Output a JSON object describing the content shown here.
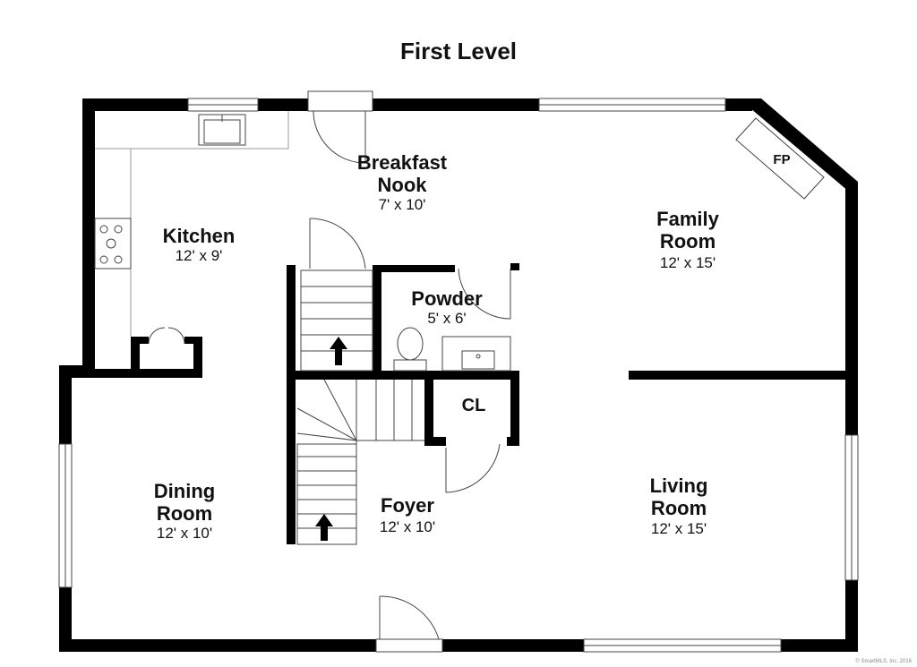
{
  "title": "First Level",
  "rooms": {
    "breakfast_nook": {
      "name_line1": "Breakfast",
      "name_line2": "Nook",
      "size": "7' x 10'"
    },
    "kitchen": {
      "name": "Kitchen",
      "size": "12' x 9'"
    },
    "family_room": {
      "name_line1": "Family",
      "name_line2": "Room",
      "size": "12' x 15'"
    },
    "powder": {
      "name": "Powder",
      "size": "5' x 6'"
    },
    "closet": {
      "name": "CL"
    },
    "dining_room": {
      "name_line1": "Dining",
      "name_line2": "Room",
      "size": "12' x 10'"
    },
    "foyer": {
      "name": "Foyer",
      "size": "12' x 10'"
    },
    "living_room": {
      "name_line1": "Living",
      "name_line2": "Room",
      "size": "12' x 15'"
    }
  },
  "fireplace_label": "FP",
  "footer": "© SmartMLS, Inc. 2016"
}
